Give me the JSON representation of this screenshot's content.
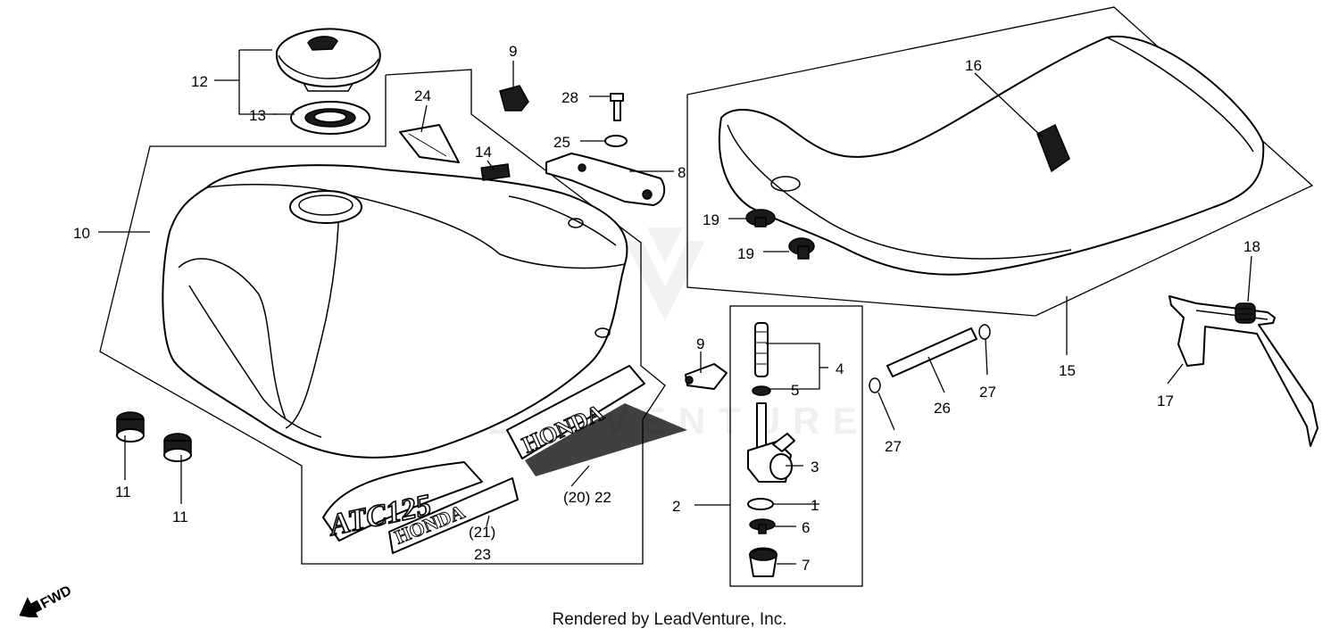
{
  "diagram": {
    "colors": {
      "ink": "#000000",
      "background": "#ffffff"
    },
    "direction_marker": {
      "label": "FWD",
      "icon": "forward-arrow-icon"
    },
    "footer": "Rendered by LeadVenture, Inc.",
    "watermark": "LEADVENTURE",
    "callouts": {
      "c1": "1",
      "c2": "2",
      "c3": "3",
      "c4": "4",
      "c5": "5",
      "c6": "6",
      "c7": "7",
      "c8": "8",
      "c9a": "9",
      "c9b": "9",
      "c10": "10",
      "c11a": "11",
      "c11b": "11",
      "c12": "12",
      "c13": "13",
      "c14": "14",
      "c15": "15",
      "c16": "16",
      "c17": "17",
      "c18": "18",
      "c19a": "19",
      "c19b": "19",
      "c20_22": "(20) 22",
      "c21": "(21)",
      "c23": "23",
      "c24": "24",
      "c25": "25",
      "c26": "26",
      "c27a": "27",
      "c27b": "27",
      "c28": "28"
    },
    "emblems": {
      "tank_stripe": "HONDA",
      "decal_model": "ATC125",
      "decal_brand": "HONDA"
    }
  }
}
